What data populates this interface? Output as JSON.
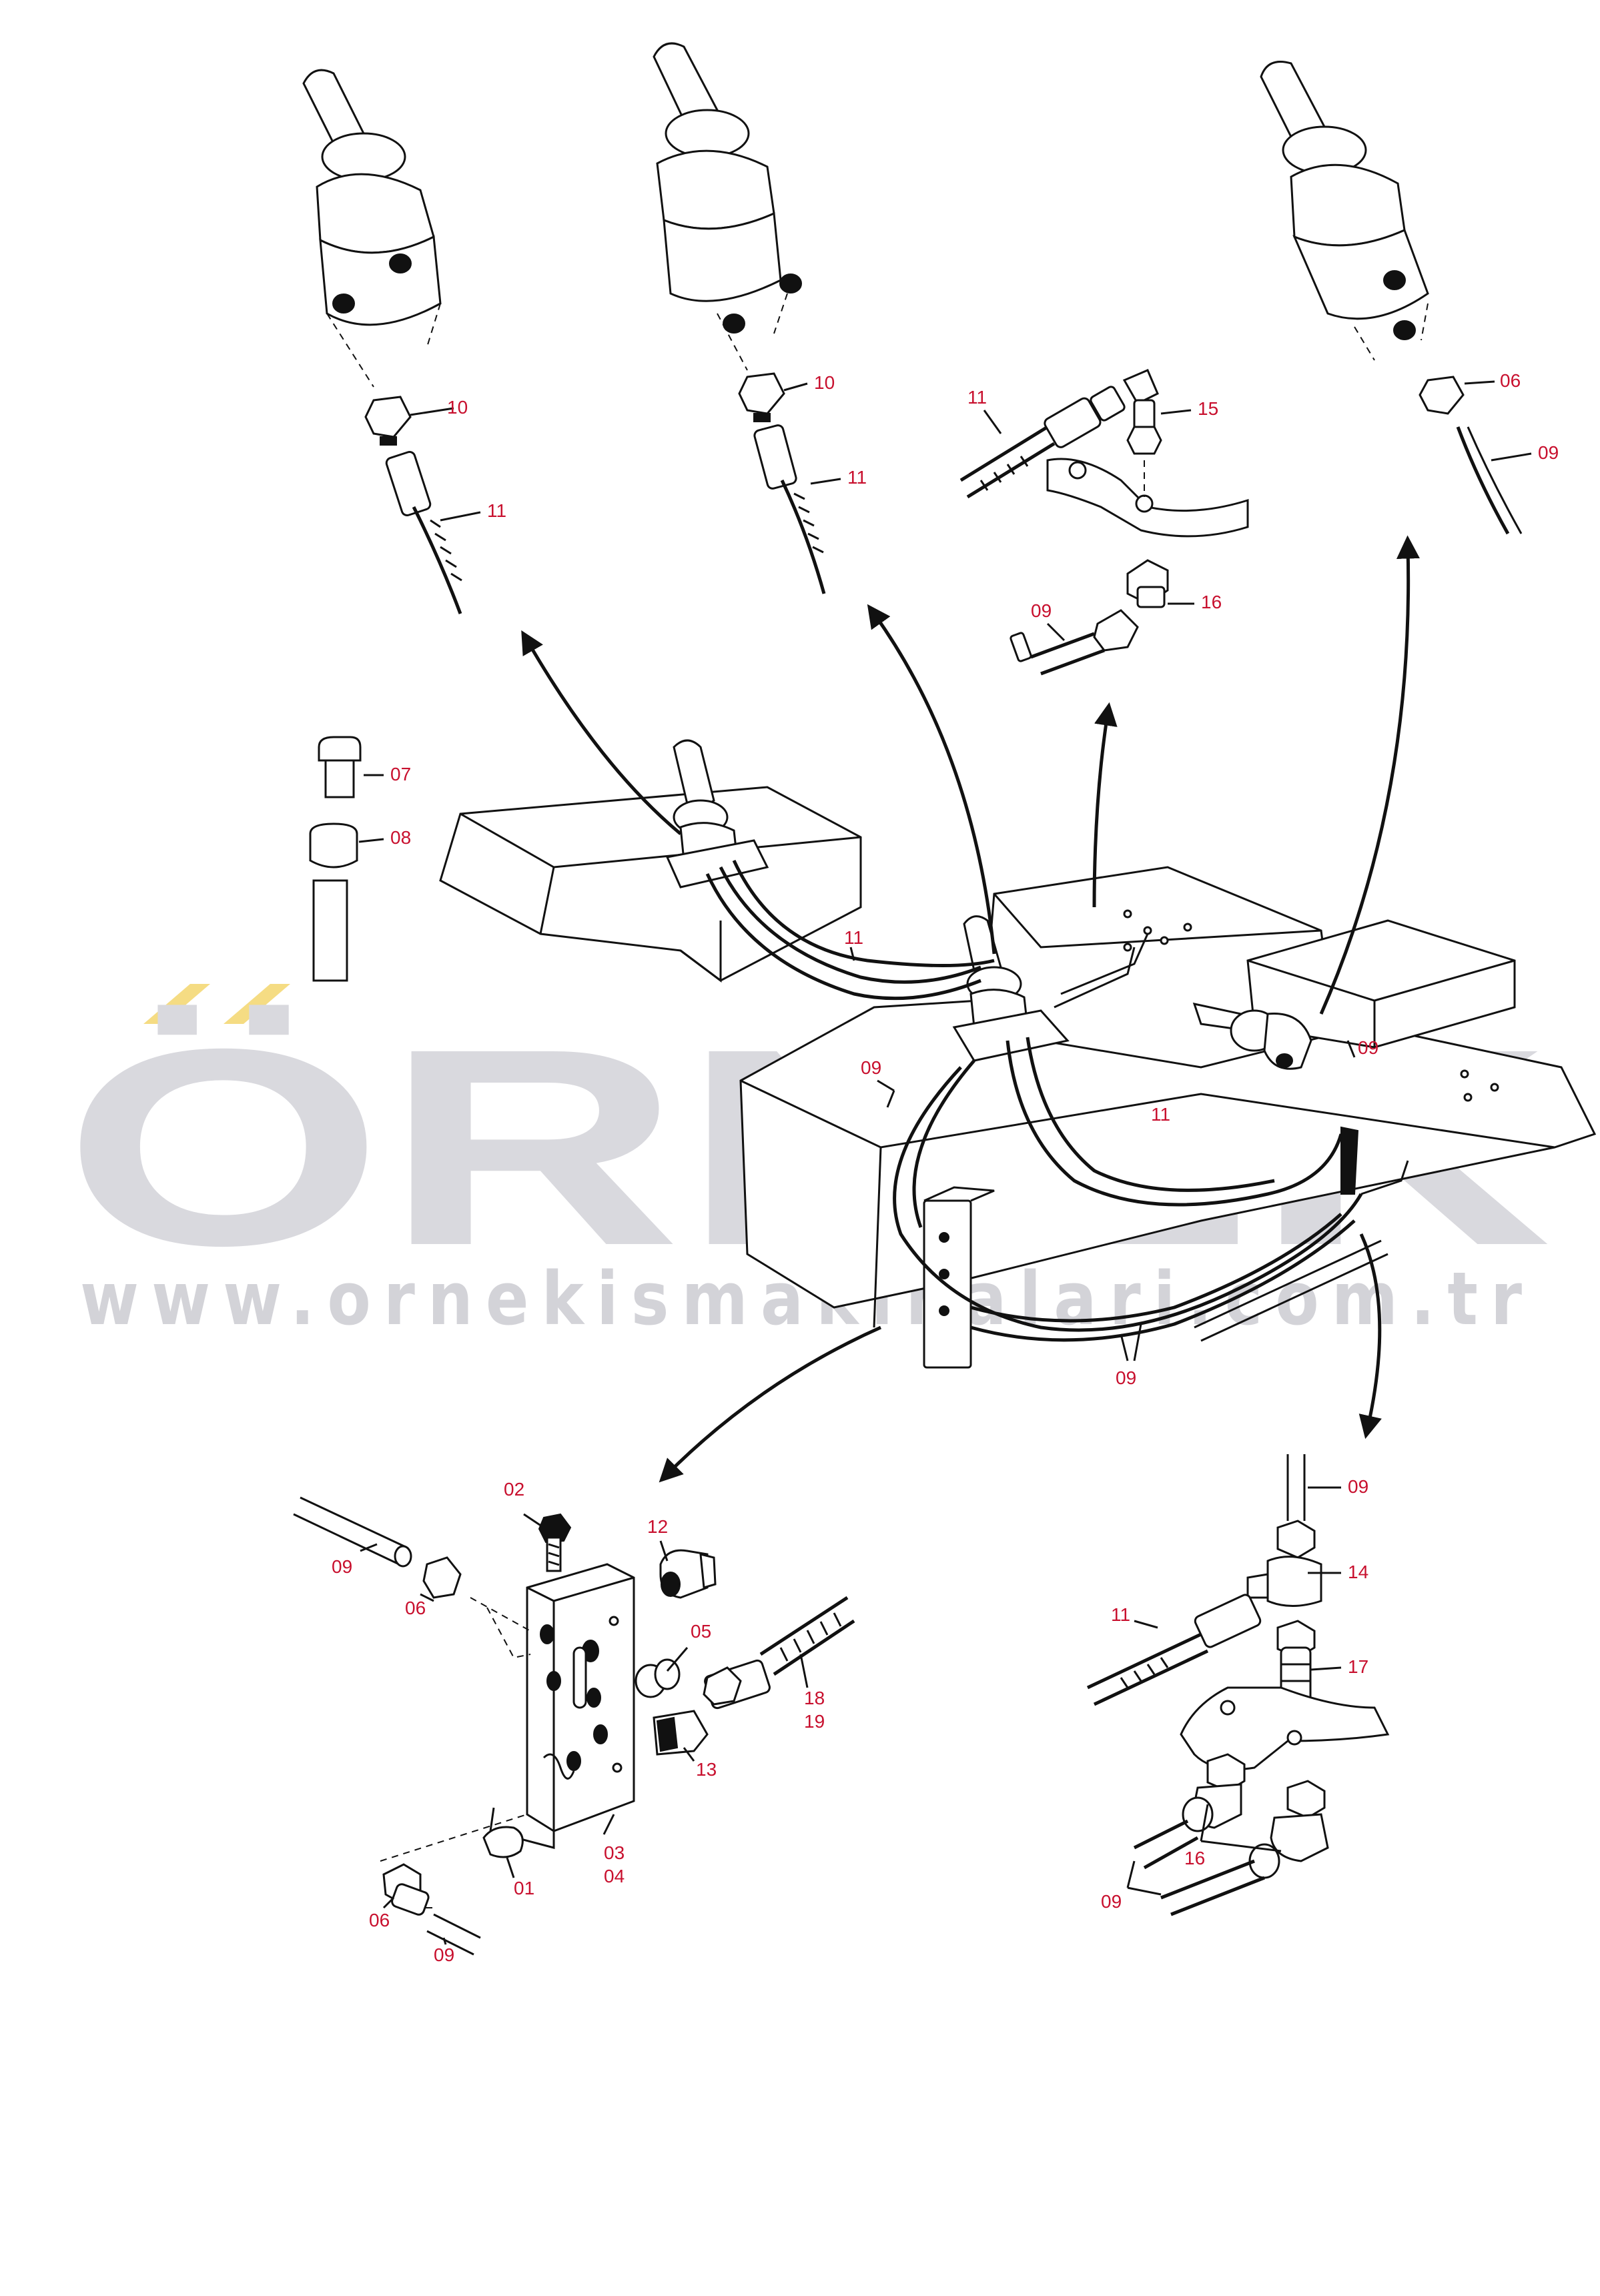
{
  "watermark": {
    "brand": "ÖRNEK",
    "url": "www.ornekismakinalari.com.tr",
    "accent_color": "#f5dc83",
    "gray_color": "#d9d9de"
  },
  "callouts": {
    "c10a": "10",
    "c11a": "11",
    "c10b": "10",
    "c11b": "11",
    "c11c": "11",
    "c15": "15",
    "c09a": "09",
    "c16a": "16",
    "c06a": "06",
    "c09b": "09",
    "c07": "07",
    "c08": "08",
    "c11d": "11",
    "c09c": "09",
    "c11e": "11",
    "c09d": "09",
    "c09e": "09",
    "c02": "02",
    "c12": "12",
    "c09f": "09",
    "c06b": "06",
    "c05": "05",
    "c18": "18",
    "c19": "19",
    "c13": "13",
    "c03": "03",
    "c04": "04",
    "c01": "01",
    "c06c": "06",
    "c09g": "09",
    "c09h": "09",
    "c14": "14",
    "c11f": "11",
    "c17": "17",
    "c16b": "16",
    "c09i": "09"
  },
  "icons": {
    "arrow": "curved-arrow-icon",
    "joystick": "joystick-icon",
    "fitting": "hex-fitting-icon"
  }
}
